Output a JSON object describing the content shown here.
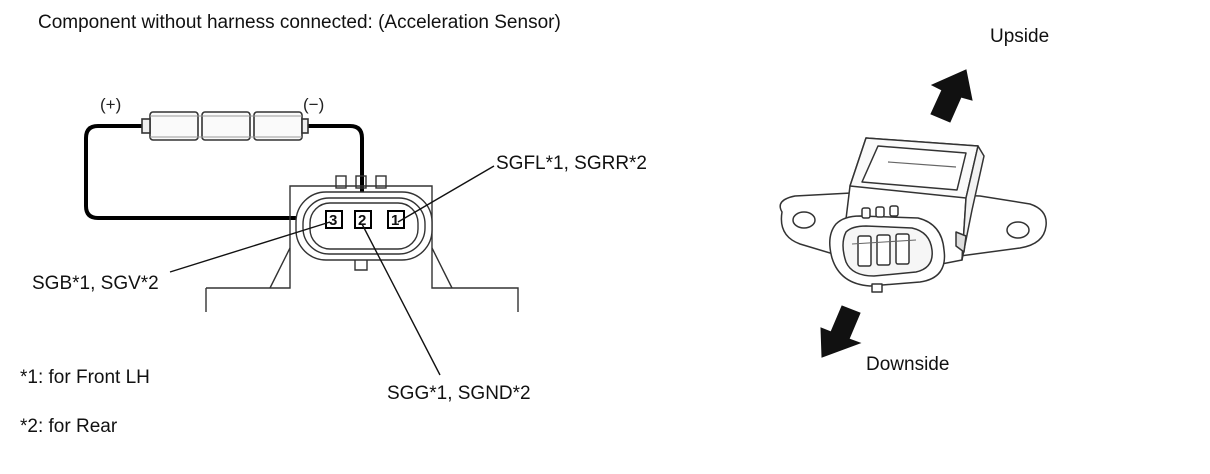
{
  "title": "Component without harness connected: (Acceleration Sensor)",
  "battery": {
    "plus_label": "(+)",
    "minus_label": "(−)"
  },
  "pins": [
    "3",
    "2",
    "1"
  ],
  "callouts": {
    "pin1": "SGFL*1, SGRR*2",
    "pin3": "SGB*1, SGV*2",
    "pin2": "SGG*1, SGND*2"
  },
  "notes": [
    "*1: for Front LH",
    "*2: for Rear"
  ],
  "orientation": {
    "up": "Upside",
    "down": "Downside"
  }
}
